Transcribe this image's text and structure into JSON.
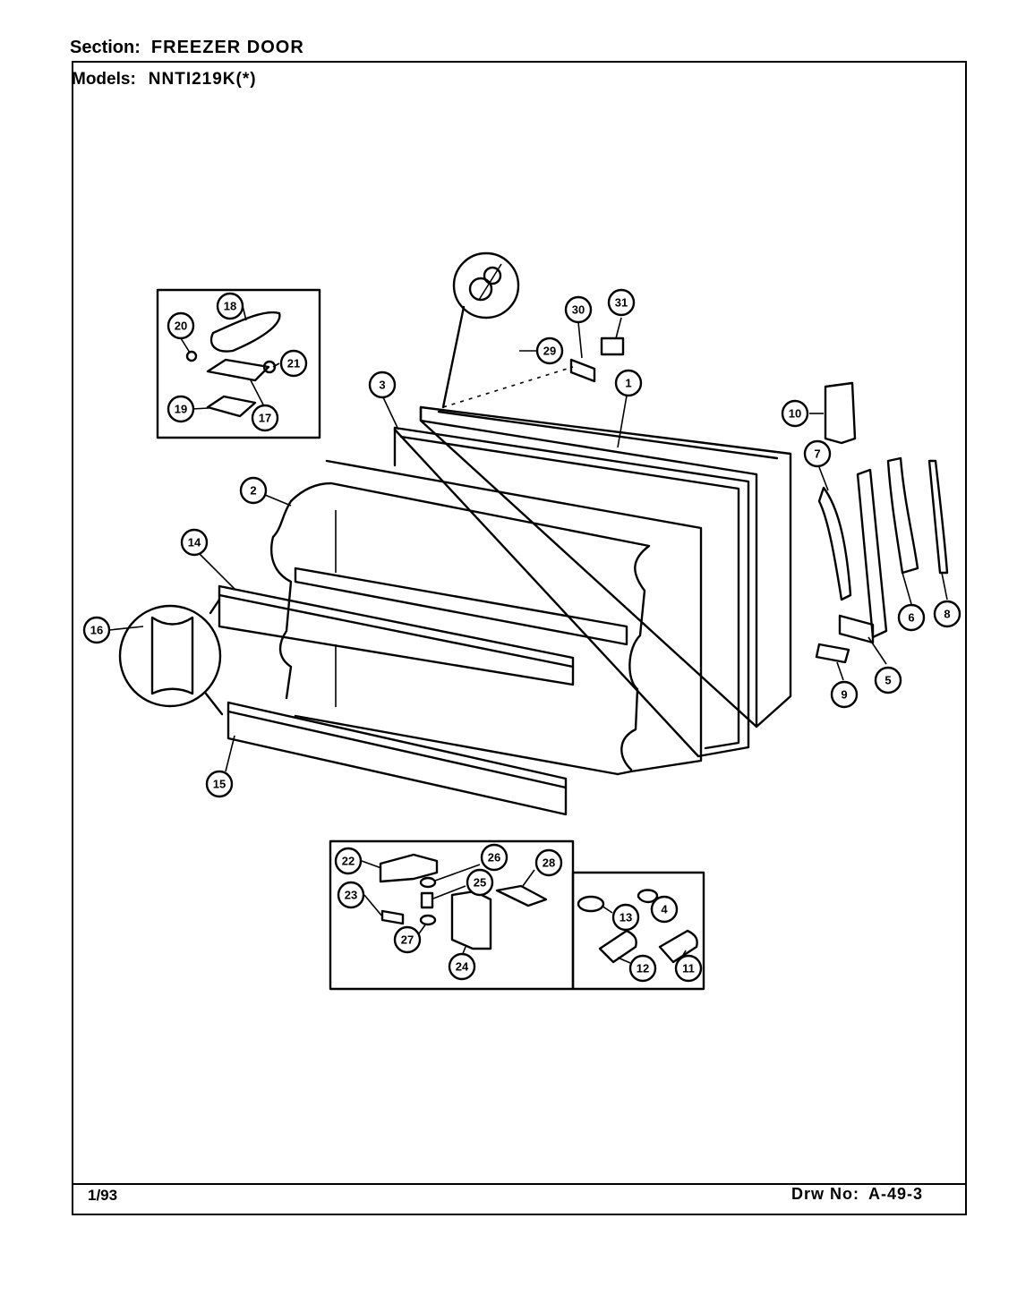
{
  "header": {
    "section_label": "Section:",
    "section_value": "FREEZER DOOR",
    "models_label": "Models:",
    "models_value": "NNTI219K(*)"
  },
  "footer": {
    "date": "1/93",
    "drawing_label": "Drw No:",
    "drawing_value": "A-49-3"
  },
  "callouts": {
    "c1": "1",
    "c2": "2",
    "c3": "3",
    "c4": "4",
    "c5": "5",
    "c6": "6",
    "c7": "7",
    "c8": "8",
    "c9": "9",
    "c10": "10",
    "c11": "11",
    "c12": "12",
    "c13": "13",
    "c14": "14",
    "c15": "15",
    "c16": "16",
    "c17": "17",
    "c18": "18",
    "c19": "19",
    "c20": "20",
    "c21": "21",
    "c22": "22",
    "c23": "23",
    "c24": "24",
    "c25": "25",
    "c26": "26",
    "c27": "27",
    "c28": "28",
    "c29": "29",
    "c30": "30",
    "c31": "31"
  }
}
